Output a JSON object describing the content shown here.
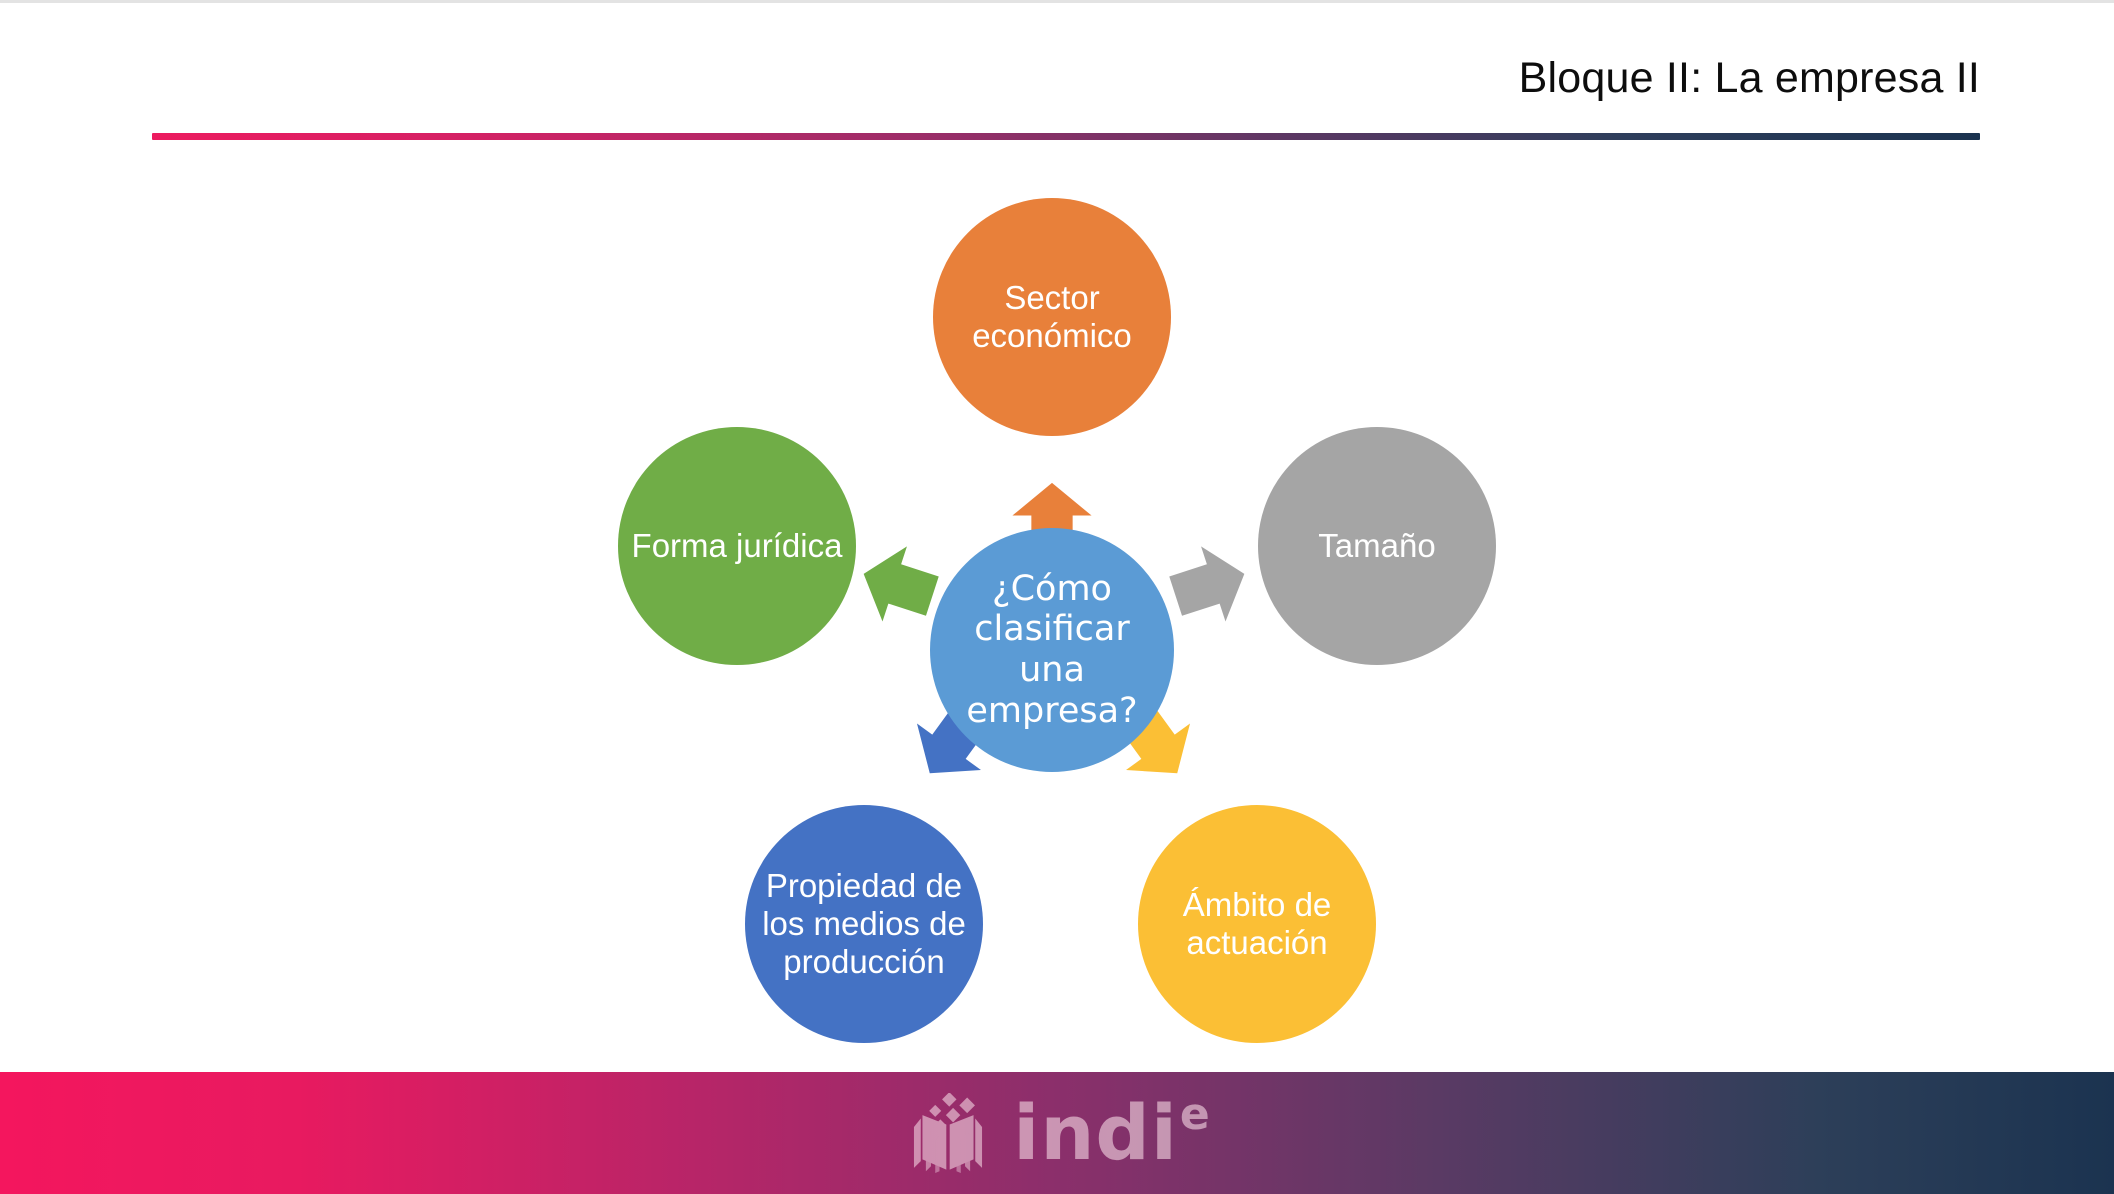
{
  "slide": {
    "title": "Bloque II: La empresa II"
  },
  "diagram": {
    "type": "radial-cycle",
    "center": {
      "label": "¿Cómo clasificar una empresa?",
      "color": "#5B9BD5"
    },
    "nodes": [
      {
        "label": "Sector económico",
        "color": "#E8803A",
        "position": "top",
        "arrow_direction": "up",
        "arrow_color": "#E8803A"
      },
      {
        "label": "Tamaño",
        "color": "#A5A5A5",
        "position": "right",
        "arrow_direction": "upper-right",
        "arrow_color": "#A5A5A5"
      },
      {
        "label": "Ámbito de actuación",
        "color": "#FBBF35",
        "position": "bottom-right",
        "arrow_direction": "lower-right",
        "arrow_color": "#FBBF35"
      },
      {
        "label": "Propiedad de los medios de producción",
        "color": "#4472C4",
        "position": "bottom-left",
        "arrow_direction": "lower-left",
        "arrow_color": "#4472C4"
      },
      {
        "label": "Forma jurídica",
        "color": "#70AD47",
        "position": "left",
        "arrow_direction": "upper-left",
        "arrow_color": "#70AD47"
      }
    ]
  },
  "header": {
    "rule_gradient_start": "#EC1B5F",
    "rule_gradient_end": "#1B3350"
  },
  "footer": {
    "brand_name": "indi",
    "brand_superscript": "e",
    "gradient_start": "#F4165E",
    "gradient_end": "#1B3350",
    "icon": "open-book-sparkles-icon"
  }
}
